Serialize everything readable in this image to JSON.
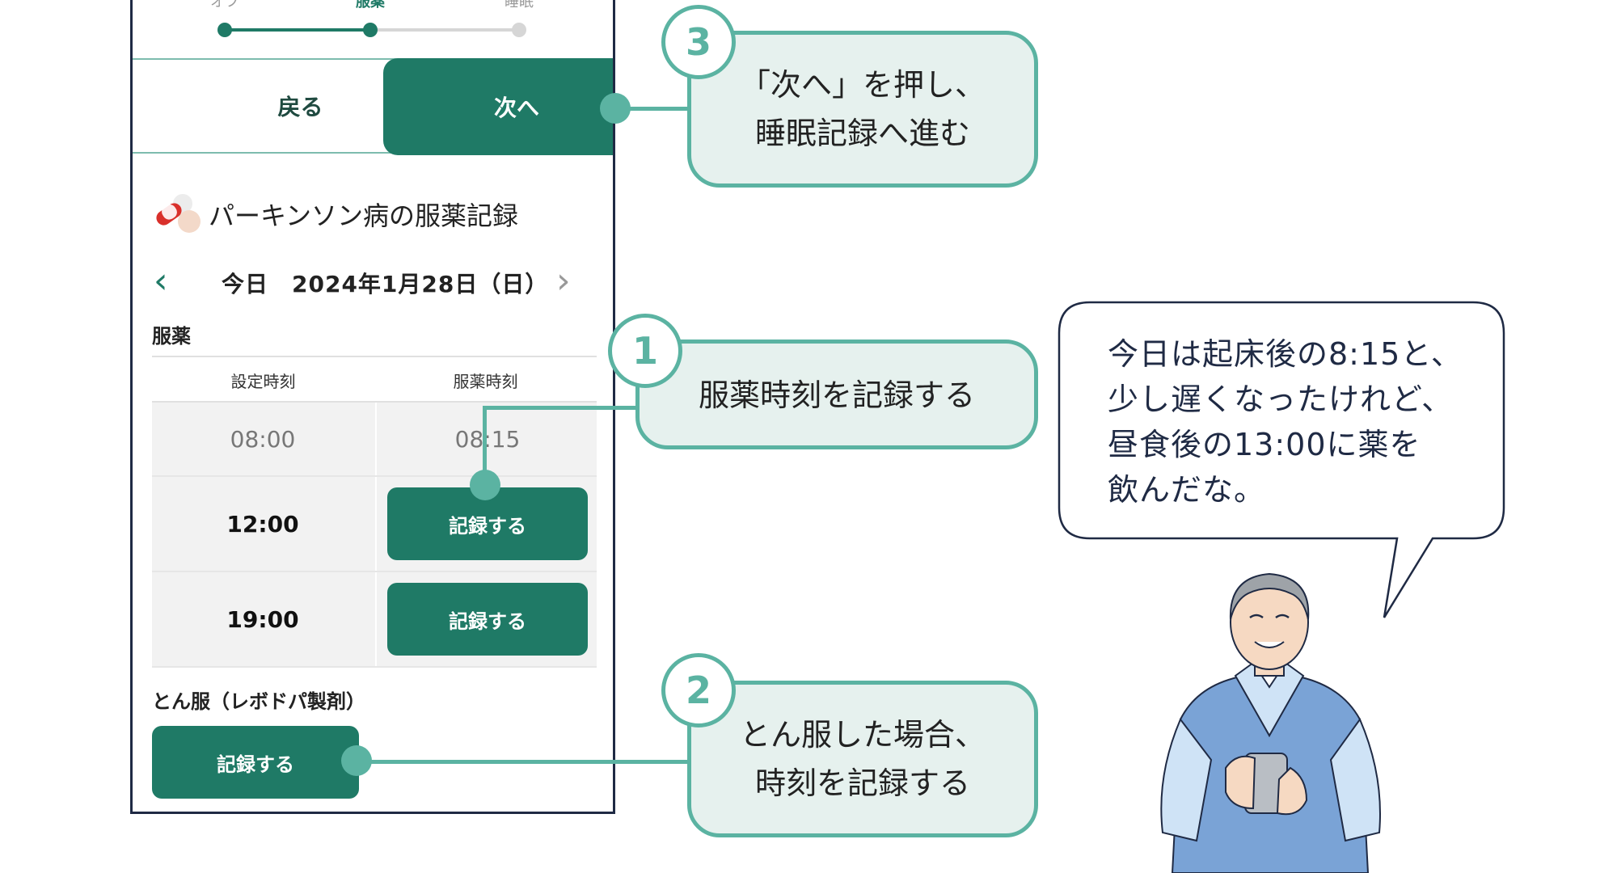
{
  "stepper": {
    "steps": [
      {
        "label": "オフ",
        "state": "done"
      },
      {
        "label": "服薬",
        "state": "current"
      },
      {
        "label": "睡眠",
        "state": "todo"
      }
    ]
  },
  "nav": {
    "back_label": "戻る",
    "next_label": "次へ"
  },
  "record": {
    "title": "パーキンソン病の服薬記録",
    "date_text": "今日　2024年1月28日（日）",
    "section_label": "服薬",
    "columns": [
      "設定時刻",
      "服薬時刻"
    ],
    "rows": [
      {
        "set_time": "08:00",
        "taken_time": "08:15"
      },
      {
        "set_time": "12:00",
        "action": "記録する"
      },
      {
        "set_time": "19:00",
        "action": "記録する"
      }
    ],
    "prn_label": "とん服（レボドパ製剤）",
    "prn_button": "記録する"
  },
  "callouts": [
    {
      "number": "3",
      "lines": [
        "「次へ」を押し、",
        "睡眠記録へ進む"
      ]
    },
    {
      "number": "1",
      "lines": [
        "服薬時刻を記録する"
      ]
    },
    {
      "number": "2",
      "lines": [
        "とん服した場合、",
        "時刻を記録する"
      ]
    }
  ],
  "speech": {
    "lines": [
      "今日は起床後の8:15と、",
      "少し遅くなったけれど、",
      "昼食後の13:00に薬を",
      "飲んだな。"
    ]
  },
  "colors": {
    "primary": "#1f7a66",
    "accent": "#5bb3a2",
    "callout_bg": "#e6f1ee"
  }
}
